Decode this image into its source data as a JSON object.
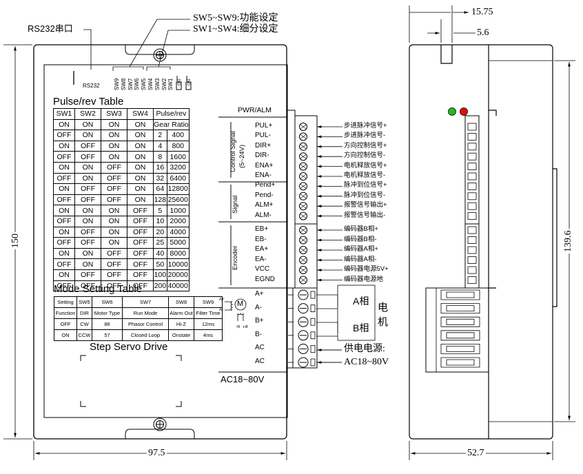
{
  "callouts": {
    "rs232": "RS232串口",
    "sw59": "SW5~SW9:功能设定",
    "sw14": "SW1~SW4:细分设定"
  },
  "panel": {
    "rs232_label": "RS232",
    "dip_labels": [
      "SW9",
      "SW8",
      "SW7",
      "SW6",
      "SW5",
      "SW4",
      "SW3",
      "SW2",
      "SW1"
    ],
    "on_label": "ON"
  },
  "pulse_table": {
    "title": "Pulse/rev Table",
    "headers": [
      "SW1",
      "SW2",
      "SW3",
      "SW4",
      "Pulse/rev"
    ],
    "subheader": "Gear Ratio",
    "rows": [
      [
        "ON",
        "ON",
        "ON",
        "ON",
        "",
        ""
      ],
      [
        "OFF",
        "ON",
        "ON",
        "ON",
        "2",
        "400"
      ],
      [
        "ON",
        "OFF",
        "ON",
        "ON",
        "4",
        "800"
      ],
      [
        "OFF",
        "OFF",
        "ON",
        "ON",
        "8",
        "1600"
      ],
      [
        "ON",
        "ON",
        "OFF",
        "ON",
        "16",
        "3200"
      ],
      [
        "OFF",
        "ON",
        "OFF",
        "ON",
        "32",
        "6400"
      ],
      [
        "ON",
        "OFF",
        "OFF",
        "ON",
        "64",
        "12800"
      ],
      [
        "OFF",
        "OFF",
        "OFF",
        "ON",
        "128",
        "25600"
      ],
      [
        "ON",
        "ON",
        "ON",
        "OFF",
        "5",
        "1000"
      ],
      [
        "OFF",
        "ON",
        "ON",
        "OFF",
        "10",
        "2000"
      ],
      [
        "ON",
        "OFF",
        "ON",
        "OFF",
        "20",
        "4000"
      ],
      [
        "OFF",
        "OFF",
        "ON",
        "OFF",
        "25",
        "5000"
      ],
      [
        "ON",
        "ON",
        "OFF",
        "OFF",
        "40",
        "8000"
      ],
      [
        "OFF",
        "ON",
        "OFF",
        "OFF",
        "50",
        "10000"
      ],
      [
        "ON",
        "OFF",
        "OFF",
        "OFF",
        "100",
        "20000"
      ],
      [
        "OFF",
        "OFF",
        "OFF",
        "OFF",
        "200",
        "40000"
      ]
    ]
  },
  "mode_table": {
    "title": "Mode Setting Table",
    "rows": [
      [
        "Setting",
        "SW5",
        "SW6",
        "SW7",
        "SW8",
        "SW9"
      ],
      [
        "Function",
        "DIR",
        "Motor Type",
        "Run Mode",
        "Alarm Out",
        "Filter Time"
      ],
      [
        "OFF",
        "CW",
        "86",
        "Phasor Control",
        "Hi-Z",
        "12ms"
      ],
      [
        "ON",
        "CCW",
        "57",
        "Closed Loop",
        "Onstate",
        "4ms"
      ]
    ]
  },
  "product_name": "Step Servo Drive",
  "pwr_alm": "PWR/ALM",
  "groups": {
    "control_signal": "Control Signal",
    "control_voltage": "(5~24V)",
    "signal": "Signal",
    "encoder": "Encoder"
  },
  "terminals": [
    {
      "pin": "PUL+",
      "desc": "步进脉冲信号+"
    },
    {
      "pin": "PUL-",
      "desc": "步进脉冲信号-"
    },
    {
      "pin": "DIR+",
      "desc": "方向控制信号+"
    },
    {
      "pin": "DIR-",
      "desc": "方向控制信号-"
    },
    {
      "pin": "ENA+",
      "desc": "电机释放信号+"
    },
    {
      "pin": "ENA-",
      "desc": "电机释放信号-"
    },
    {
      "pin": "Pend+",
      "desc": "脉冲到位信号+"
    },
    {
      "pin": "Pend-",
      "desc": "脉冲到位信号-"
    },
    {
      "pin": "ALM+",
      "desc": "报警信号输出+"
    },
    {
      "pin": "ALM-",
      "desc": "报警信号输出-"
    },
    {
      "pin": "EB+",
      "desc": "编码器B相+"
    },
    {
      "pin": "EB-",
      "desc": "编码器B相-"
    },
    {
      "pin": "EA+",
      "desc": "编码器A相+"
    },
    {
      "pin": "EA-",
      "desc": "编码器A相-"
    },
    {
      "pin": "VCC",
      "desc": "编码器电源5V+"
    },
    {
      "pin": "EGND",
      "desc": "编码器电源地"
    }
  ],
  "power_pins": [
    "A+",
    "A-",
    "B+",
    "B-",
    "AC",
    "AC"
  ],
  "motor_symbol": {
    "m": "M",
    "a_plus": "A+",
    "a_minus": "A-",
    "b_plus": "B+",
    "b_minus": "B-"
  },
  "phase_a": "A相",
  "phase_b": "B相",
  "motor_label": "电机",
  "power_label": "供电电源:",
  "power_range": "AC18~80V",
  "voltage": "AC18~80V",
  "dims": {
    "height": "150",
    "width": "97.5",
    "side_height": "139.6",
    "side_width": "52.7",
    "top1": "15.75",
    "top2": "5.6"
  },
  "colors": {
    "led_green": "#22bb22",
    "led_red": "#e01010"
  }
}
